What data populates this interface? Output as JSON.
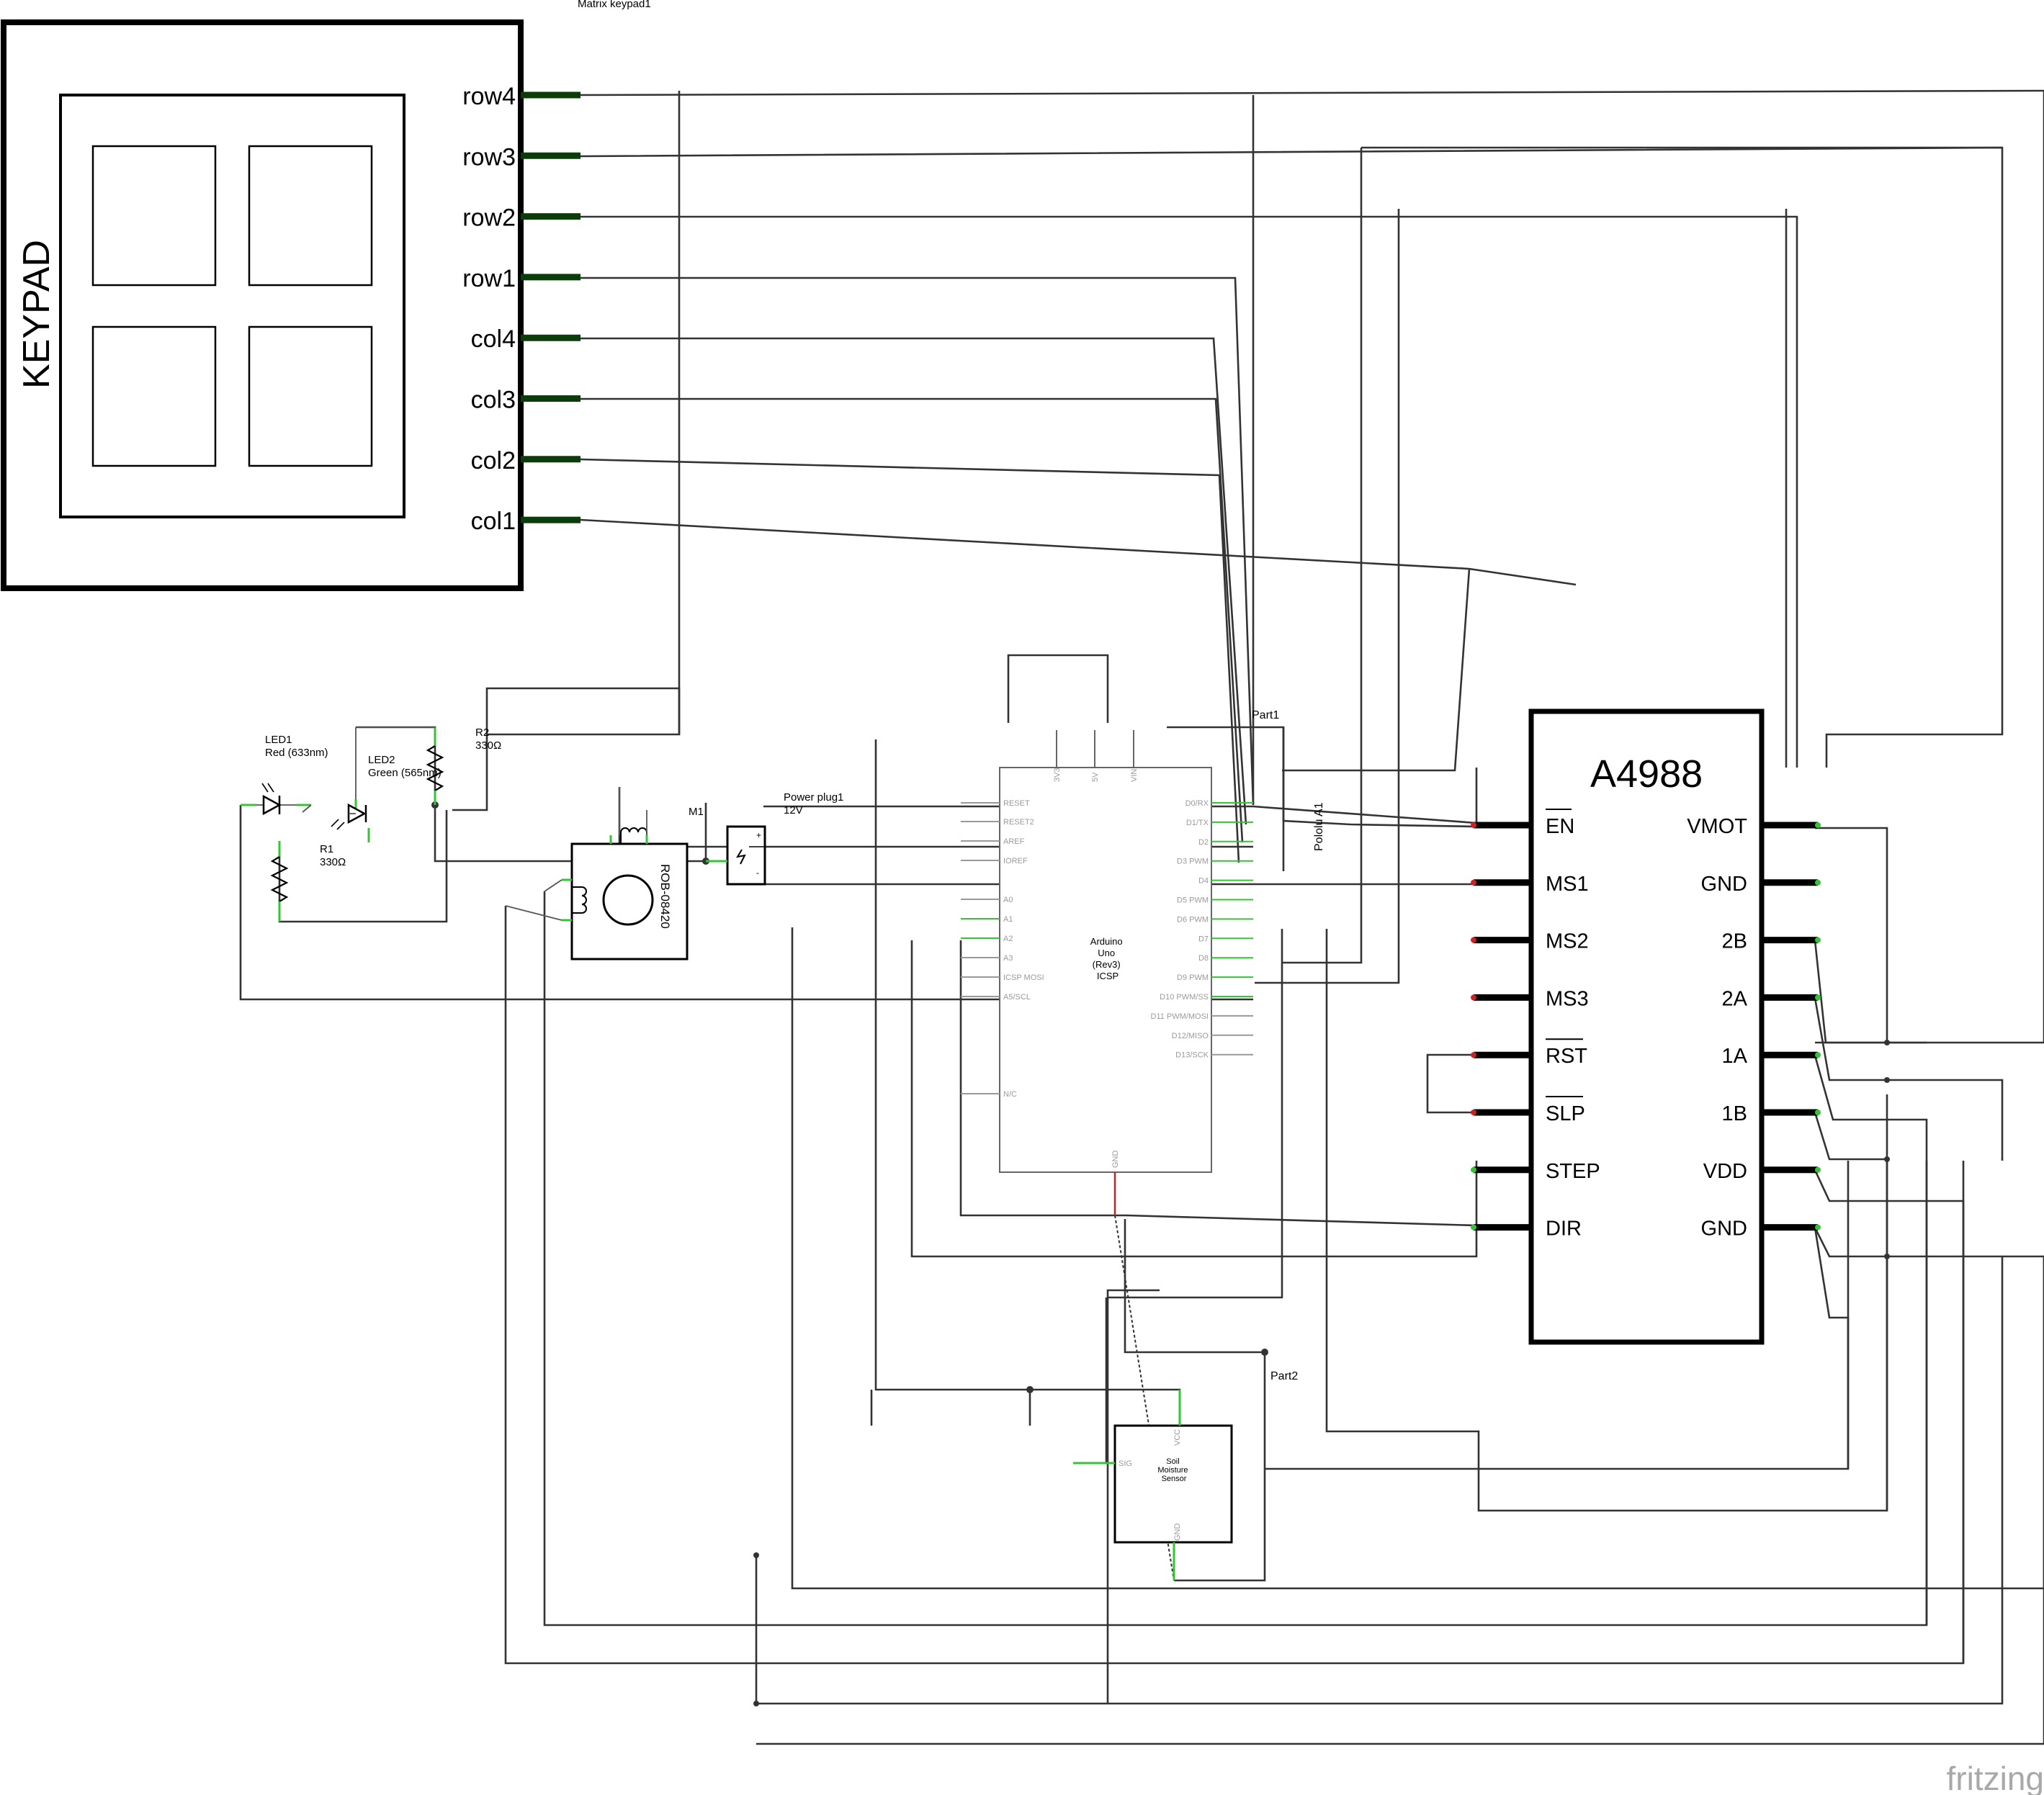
{
  "app": {
    "watermark": "fritzing"
  },
  "keypad": {
    "part_label": "Matrix keypad1",
    "body_text": "KEYPAD",
    "pins": [
      "row4",
      "row3",
      "row2",
      "row1",
      "col4",
      "col3",
      "col2",
      "col1"
    ]
  },
  "driver": {
    "title": "A4988",
    "part_label": "Pololu A1",
    "left_pins": [
      "EN",
      "MS1",
      "MS2",
      "MS3",
      "RST",
      "SLP",
      "STEP",
      "DIR"
    ],
    "right_pins": [
      "VMOT",
      "GND",
      "2B",
      "2A",
      "1A",
      "1B",
      "VDD",
      "GND"
    ]
  },
  "arduino": {
    "part_label": "Part1",
    "center_text": [
      "Arduino",
      "Uno",
      "(Rev3)",
      "ICSP"
    ],
    "top_pins": [
      "3V3",
      "5V",
      "VIN"
    ],
    "left_pins": [
      "RESET",
      "RESET2",
      "AREF",
      "IOREF",
      "A0",
      "A1",
      "A2",
      "A3",
      "ICSP MOSI",
      "A5/SCL",
      "N/C"
    ],
    "right_pins": [
      "D0/RX",
      "D1/TX",
      "D2",
      "D3 PWM",
      "D4",
      "D5 PWM",
      "D6 PWM",
      "D7",
      "D8",
      "D9 PWM",
      "D10 PWM/SS",
      "D11 PWM/MOSI",
      "D12/MISO",
      "D13/SCK"
    ],
    "bottom_pin": "GND"
  },
  "components": {
    "led1": {
      "name": "LED1",
      "value": "Red (633nm)"
    },
    "led2": {
      "name": "LED2",
      "value": "Green (565nm)"
    },
    "r1": {
      "name": "R1",
      "value": "330Ω"
    },
    "r2": {
      "name": "R2",
      "value": "330Ω"
    },
    "motor": {
      "name": "M1",
      "part": "ROB-08420"
    },
    "power": {
      "name": "Power plug1",
      "value": "12V",
      "plus": "+",
      "minus": "-"
    },
    "sensor": {
      "part_label": "Part2",
      "title": [
        "Soil",
        "Moisture",
        "Sensor"
      ],
      "pins": [
        "VCC",
        "SIG",
        "GND"
      ]
    }
  },
  "colors": {
    "pin_green": "#35c435",
    "pin_red": "#cc2222",
    "keypad_pin": "#0b3d0b",
    "wire": "#333333"
  }
}
